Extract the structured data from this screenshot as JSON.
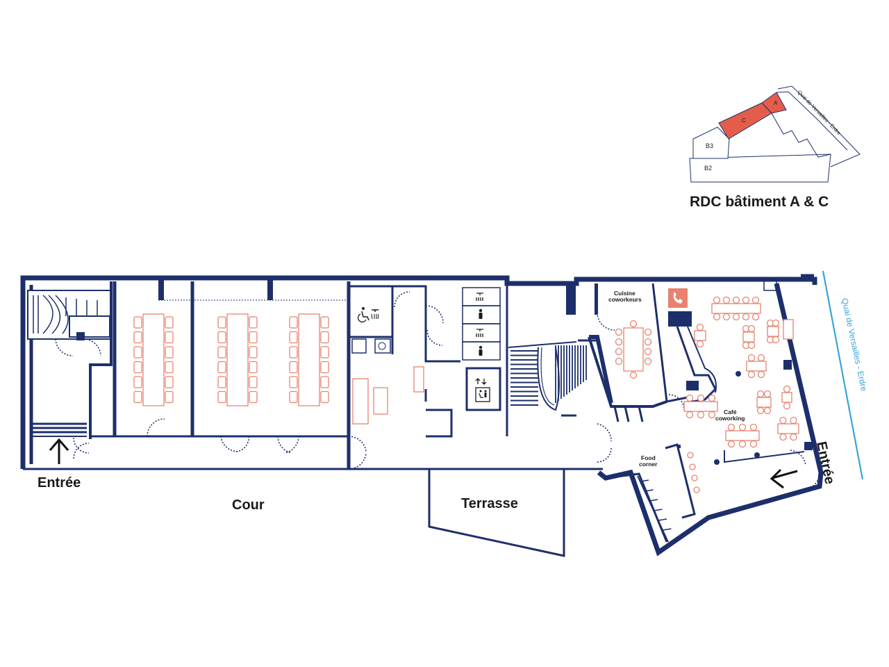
{
  "colors": {
    "wall": "#1d2f6b",
    "accent": "#e35d4a",
    "furniture": "#e8826f",
    "street": "#3aa3d8",
    "text": "#1a1a1a"
  },
  "minimap": {
    "title": "RDC bâtiment A & C",
    "blocks": [
      "A",
      "C",
      "B3",
      "B2"
    ],
    "street": "Quai de Versailles - Erdre"
  },
  "plan": {
    "labels": {
      "entree_left": "Entrée",
      "entree_right": "Entrée",
      "cour": "Cour",
      "terrasse": "Terrasse",
      "cuisine_line1": "Cuisine",
      "cuisine_line2": "coworkeurs",
      "cafe_line1": "Café",
      "cafe_line2": "coworking",
      "food_line1": "Food",
      "food_line2": "corner",
      "street": "Quai de Versailles - Erdre"
    },
    "icons": [
      "accessible-shower-icon",
      "shower-icon",
      "person-icon",
      "elevator-icon",
      "phone-icon",
      "entrance-arrow-icon"
    ]
  }
}
